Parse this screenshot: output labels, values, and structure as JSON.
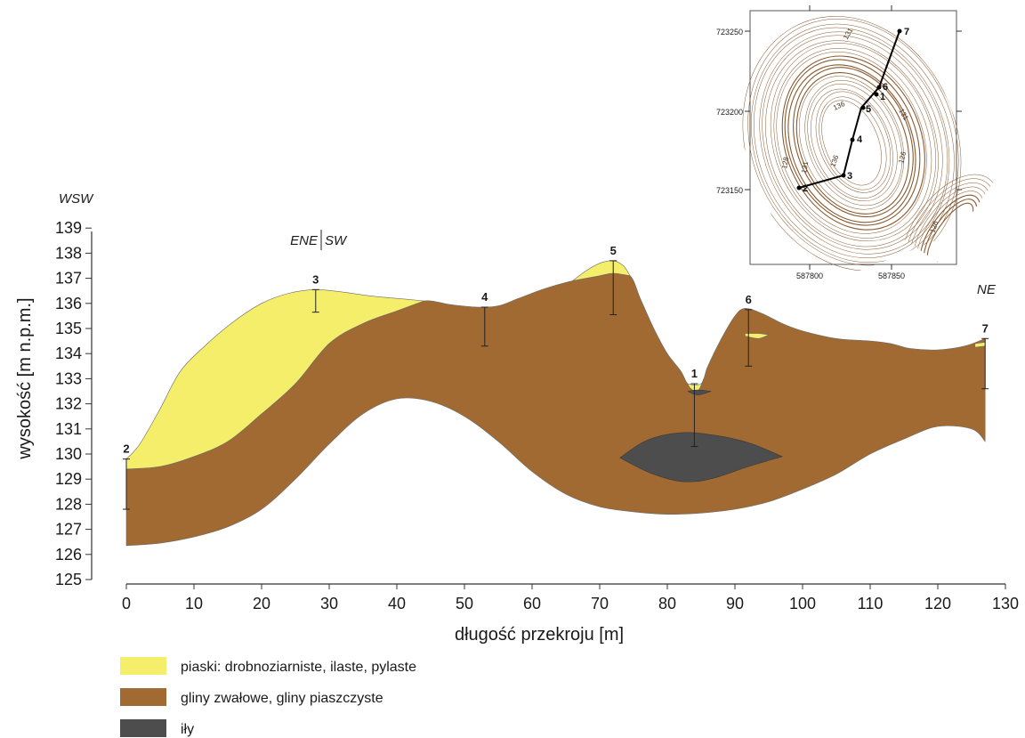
{
  "colors": {
    "sand": "#f5ee6b",
    "till": "#a06a32",
    "clay": "#4d4d4d",
    "contour": "#8a5a30"
  },
  "section": {
    "direction_left": "WSW",
    "direction_right": "NE",
    "bend_left": "ENE",
    "bend_right": "SW",
    "ylabel": "wysokość [m n.p.m.]",
    "xlabel": "długość przekroju [m]"
  },
  "chart_data": {
    "type": "area",
    "x_range": [
      0,
      130
    ],
    "y_range": [
      125,
      139
    ],
    "x_ticks": [
      "0",
      "10",
      "20",
      "30",
      "40",
      "50",
      "60",
      "70",
      "80",
      "90",
      "100",
      "110",
      "120",
      "130"
    ],
    "y_ticks": [
      "125",
      "126",
      "127",
      "128",
      "129",
      "130",
      "131",
      "132",
      "133",
      "134",
      "135",
      "136",
      "137",
      "138",
      "139"
    ],
    "series": [
      {
        "name": "piaski: drobnoziarniste, ilaste, pylaste",
        "layer": "sand",
        "polygons": [
          {
            "top": [
              [
                0,
                129.8
              ],
              [
                2,
                130.4
              ],
              [
                5,
                131.8
              ],
              [
                8,
                133.3
              ],
              [
                12,
                134.4
              ],
              [
                16,
                135.3
              ],
              [
                20,
                136.0
              ],
              [
                24,
                136.4
              ],
              [
                28,
                136.55
              ],
              [
                32,
                136.45
              ],
              [
                36,
                136.3
              ],
              [
                40,
                136.2
              ],
              [
                44,
                136.1
              ]
            ],
            "bottom": [
              [
                44,
                136.1
              ],
              [
                40,
                135.7
              ],
              [
                35,
                135.2
              ],
              [
                30,
                134.4
              ],
              [
                25,
                132.8
              ],
              [
                20,
                131.6
              ],
              [
                15,
                130.5
              ],
              [
                10,
                129.9
              ],
              [
                5,
                129.5
              ],
              [
                0,
                129.4
              ]
            ]
          },
          {
            "top": [
              [
                66,
                136.9
              ],
              [
                68,
                137.3
              ],
              [
                70,
                137.6
              ],
              [
                72,
                137.7
              ],
              [
                73.5,
                137.5
              ],
              [
                74.5,
                137.1
              ]
            ],
            "bottom": [
              [
                74.5,
                137.1
              ],
              [
                72,
                137.2
              ],
              [
                70,
                137.1
              ],
              [
                68,
                137.0
              ],
              [
                66,
                136.9
              ]
            ]
          },
          {
            "top": [
              [
                83,
                132.8
              ],
              [
                84,
                132.75
              ],
              [
                85,
                132.8
              ],
              [
                85.4,
                133.0
              ]
            ],
            "bottom": [
              [
                85.4,
                133.0
              ],
              [
                84.5,
                132.5
              ],
              [
                83.5,
                132.6
              ],
              [
                83,
                132.8
              ]
            ]
          },
          {
            "top": [
              [
                91.5,
                134.8
              ],
              [
                93.5,
                134.8
              ],
              [
                95,
                134.75
              ]
            ],
            "bottom": [
              [
                95,
                134.75
              ],
              [
                93.5,
                134.6
              ],
              [
                91.5,
                134.7
              ]
            ]
          },
          {
            "top": [
              [
                125.5,
                134.4
              ],
              [
                127,
                134.45
              ]
            ],
            "bottom": [
              [
                127,
                134.3
              ],
              [
                125.5,
                134.25
              ]
            ]
          }
        ]
      },
      {
        "name": "gliny zwałowe, gliny piaszczyste",
        "layer": "till",
        "top": [
          [
            0,
            129.4
          ],
          [
            5,
            129.5
          ],
          [
            10,
            129.9
          ],
          [
            15,
            130.5
          ],
          [
            20,
            131.6
          ],
          [
            25,
            132.8
          ],
          [
            30,
            134.4
          ],
          [
            35,
            135.2
          ],
          [
            40,
            135.7
          ],
          [
            44,
            136.1
          ],
          [
            48,
            135.95
          ],
          [
            52,
            135.85
          ],
          [
            55,
            135.9
          ],
          [
            58,
            136.2
          ],
          [
            62,
            136.6
          ],
          [
            66,
            136.9
          ],
          [
            70,
            137.1
          ],
          [
            72,
            137.2
          ],
          [
            74.5,
            137.1
          ],
          [
            76,
            136.2
          ],
          [
            78,
            135.0
          ],
          [
            80,
            134.0
          ],
          [
            82,
            133.3
          ],
          [
            83,
            132.8
          ],
          [
            84.5,
            132.5
          ],
          [
            85.4,
            133.0
          ],
          [
            86,
            133.5
          ],
          [
            88,
            134.6
          ],
          [
            90,
            135.5
          ],
          [
            91.5,
            135.8
          ],
          [
            94,
            135.6
          ],
          [
            97,
            135.2
          ],
          [
            100,
            134.9
          ],
          [
            105,
            134.6
          ],
          [
            110,
            134.5
          ],
          [
            113,
            134.4
          ],
          [
            116,
            134.2
          ],
          [
            120,
            134.15
          ],
          [
            124,
            134.3
          ],
          [
            127,
            134.6
          ]
        ],
        "bottom": [
          [
            127,
            130.5
          ],
          [
            125,
            131.0
          ],
          [
            120,
            131.1
          ],
          [
            115,
            130.6
          ],
          [
            110,
            130.0
          ],
          [
            105,
            129.2
          ],
          [
            100,
            128.6
          ],
          [
            95,
            128.1
          ],
          [
            90,
            127.8
          ],
          [
            85,
            127.65
          ],
          [
            80,
            127.6
          ],
          [
            75,
            127.7
          ],
          [
            70,
            127.9
          ],
          [
            65,
            128.4
          ],
          [
            60,
            129.3
          ],
          [
            55,
            130.5
          ],
          [
            50,
            131.5
          ],
          [
            45,
            132.1
          ],
          [
            40,
            132.2
          ],
          [
            35,
            131.6
          ],
          [
            30,
            130.4
          ],
          [
            25,
            129.0
          ],
          [
            20,
            127.8
          ],
          [
            15,
            127.1
          ],
          [
            10,
            126.7
          ],
          [
            5,
            126.45
          ],
          [
            0,
            126.35
          ]
        ]
      },
      {
        "name": "iły",
        "layer": "clay",
        "polygons": [
          {
            "top": [
              [
                73,
                129.85
              ],
              [
                77,
                130.55
              ],
              [
                82,
                130.85
              ],
              [
                87,
                130.75
              ],
              [
                92,
                130.45
              ],
              [
                97,
                129.9
              ]
            ],
            "bottom": [
              [
                97,
                129.9
              ],
              [
                92,
                129.5
              ],
              [
                87,
                129.05
              ],
              [
                84,
                128.9
              ],
              [
                81,
                128.95
              ],
              [
                77,
                129.3
              ],
              [
                73,
                129.85
              ]
            ]
          },
          {
            "top": [
              [
                83,
                132.5
              ],
              [
                84.5,
                132.55
              ],
              [
                86.5,
                132.5
              ]
            ],
            "bottom": [
              [
                86.5,
                132.5
              ],
              [
                84.5,
                132.35
              ],
              [
                83,
                132.5
              ]
            ]
          }
        ]
      }
    ],
    "boreholes": [
      {
        "label": "2",
        "x": 0,
        "top": 129.8,
        "bottom": 127.8
      },
      {
        "label": "3",
        "x": 28,
        "top": 136.55,
        "bottom": 135.65
      },
      {
        "label": "4",
        "x": 53,
        "top": 135.85,
        "bottom": 134.3
      },
      {
        "label": "5",
        "x": 72,
        "top": 137.7,
        "bottom": 135.55
      },
      {
        "label": "1",
        "x": 84,
        "top": 132.8,
        "bottom": 130.3
      },
      {
        "label": "6",
        "x": 92,
        "top": 135.75,
        "bottom": 133.5
      },
      {
        "label": "7",
        "x": 127,
        "top": 134.6,
        "bottom": 132.6
      }
    ]
  },
  "legend": [
    {
      "label": "piaski: drobnoziarniste, ilaste, pylaste",
      "color": "#f5ee6b"
    },
    {
      "label": "gliny zwałowe, gliny piaszczyste",
      "color": "#a06a32"
    },
    {
      "label": "iły",
      "color": "#4d4d4d"
    }
  ],
  "inset_map": {
    "x_labels": [
      "587800",
      "587850"
    ],
    "y_labels": [
      "723250",
      "723200",
      "723150"
    ],
    "contour_labels": [
      "131",
      "136",
      "131",
      "128",
      "131",
      "136",
      "126",
      "126"
    ],
    "points": [
      "7",
      "6",
      "1",
      "5",
      "4",
      "3",
      "2"
    ]
  }
}
